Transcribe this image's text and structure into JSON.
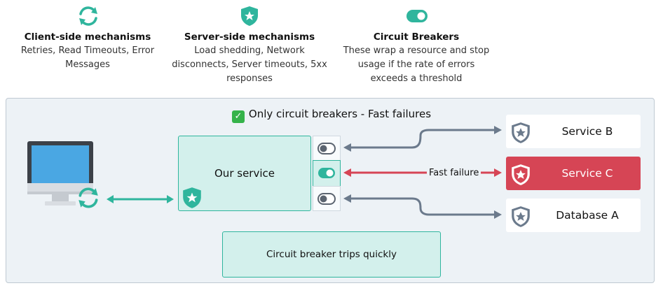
{
  "legend": {
    "client": {
      "title": "Client-side mechanisms",
      "desc": "Retries, Read Timeouts, Error Messages",
      "icon": "refresh-icon"
    },
    "server": {
      "title": "Server-side mechanisms",
      "desc": "Load shedding, Network disconnects, Server timeouts, 5xx responses",
      "icon": "shield-star-icon"
    },
    "breaker": {
      "title": "Circuit Breakers",
      "desc": "These wrap a resource and stop usage if the rate of errors exceeds a threshold",
      "icon": "toggle-icon"
    }
  },
  "diagram": {
    "heading": "Only circuit breakers - Fast failures",
    "our_service": "Our service",
    "note": "Circuit breaker trips quickly",
    "fast_failure_label": "Fast failure",
    "targets": [
      {
        "name": "Service B",
        "status": "ok"
      },
      {
        "name": "Service C",
        "status": "failing"
      },
      {
        "name": "Database A",
        "status": "ok"
      }
    ],
    "breakers": [
      {
        "state": "off"
      },
      {
        "state": "on"
      },
      {
        "state": "off"
      }
    ]
  },
  "colors": {
    "teal": "#2fb59d",
    "teal_fill": "#d3f0ec",
    "failure_red": "#d64555",
    "arrow_gray": "#6b7a8c",
    "panel_bg": "#edf2f6"
  }
}
